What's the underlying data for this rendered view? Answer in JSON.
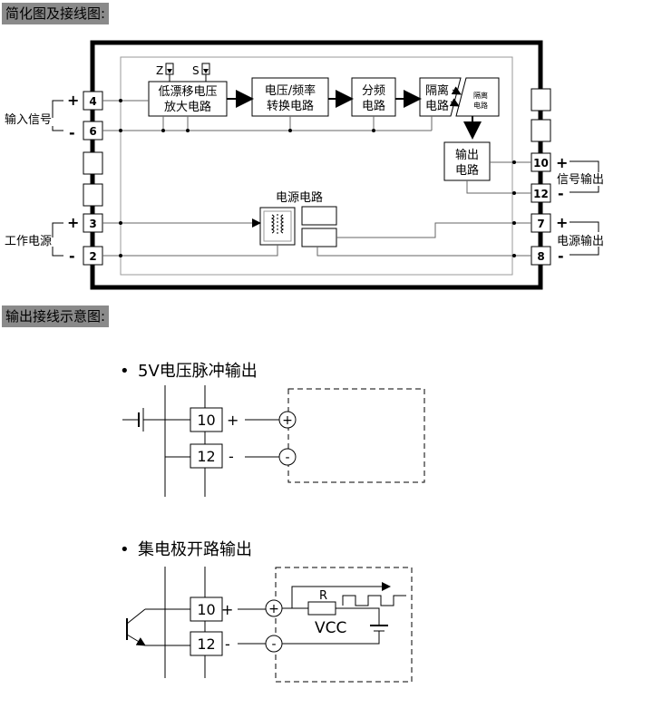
{
  "headers": {
    "wiring_title": "简化图及接线图:",
    "output_title": "输出接线示意图:"
  },
  "terminals": {
    "t4": "4",
    "t6": "6",
    "t3": "3",
    "t2": "2",
    "t10": "10",
    "t12": "12",
    "t7": "7",
    "t8": "8"
  },
  "labels": {
    "input_signal": "输入信号",
    "work_power": "工作电源",
    "signal_output": "信号输出",
    "power_output": "电源输出",
    "plus": "+",
    "minus": "-",
    "z": "Z",
    "s": "S"
  },
  "blocks": {
    "amp_line1": "低漂移电压",
    "amp_line2": "放大电路",
    "vf_line1": "电压/频率",
    "vf_line2": "转换电路",
    "div_line1": "分频",
    "div_line2": "电路",
    "iso_line1": "隔离",
    "iso_line2": "电路",
    "iso2_line1": "隔离",
    "iso2_line2": "电路",
    "out_line1": "输出",
    "out_line2": "电路",
    "power_circuit": "电源电路"
  },
  "section1": {
    "bullet": "•",
    "title": "5V电压脉冲输出",
    "t10": "10",
    "t12": "12",
    "plus": "+",
    "minus": "-",
    "circle_plus": "+",
    "circle_minus": "-"
  },
  "section2": {
    "bullet": "•",
    "title": "集电极开路输出",
    "t10": "10",
    "t12": "12",
    "plus": "+",
    "minus": "-",
    "circle_plus": "+",
    "circle_minus": "-",
    "resistor": "R",
    "vcc": "VCC"
  }
}
